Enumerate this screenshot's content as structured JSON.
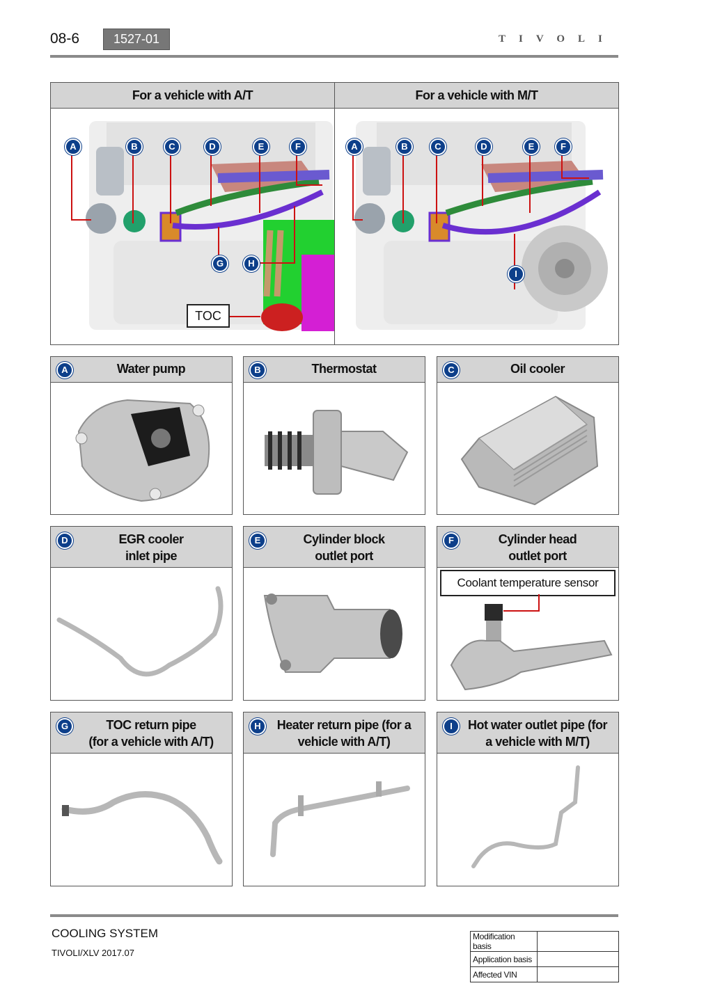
{
  "header": {
    "page_number": "08-6",
    "section_code": "1527-01",
    "brand": "TIVOLI"
  },
  "overview": {
    "left_title": "For a vehicle with A/T",
    "right_title": "For a vehicle with M/T",
    "at_markers": [
      "A",
      "B",
      "C",
      "D",
      "E",
      "F",
      "G",
      "H"
    ],
    "mt_markers": [
      "A",
      "B",
      "C",
      "D",
      "E",
      "F",
      "I"
    ],
    "toc_label": "TOC"
  },
  "components": [
    {
      "letter": "A",
      "title_lines": [
        "Water pump"
      ]
    },
    {
      "letter": "B",
      "title_lines": [
        "Thermostat"
      ]
    },
    {
      "letter": "C",
      "title_lines": [
        "Oil cooler"
      ]
    },
    {
      "letter": "D",
      "title_lines": [
        "EGR cooler",
        "inlet pipe"
      ]
    },
    {
      "letter": "E",
      "title_lines": [
        "Cylinder block",
        "outlet port"
      ]
    },
    {
      "letter": "F",
      "title_lines": [
        "Cylinder head",
        "outlet port"
      ],
      "callout": "Coolant temperature sensor"
    },
    {
      "letter": "G",
      "title_lines": [
        "TOC return pipe",
        "(for a vehicle with A/T)"
      ]
    },
    {
      "letter": "H",
      "title_lines": [
        "Heater return pipe (for a",
        "vehicle with A/T)"
      ]
    },
    {
      "letter": "I",
      "title_lines": [
        "Hot water outlet pipe (for",
        "a vehicle with M/T)"
      ]
    }
  ],
  "footer": {
    "title": "COOLING SYSTEM",
    "model": "TIVOLI/XLV 2017.07",
    "info_rows": [
      {
        "label": "Modification basis",
        "value": ""
      },
      {
        "label": "Application basis",
        "value": ""
      },
      {
        "label": "Affected VIN",
        "value": ""
      }
    ]
  },
  "colors": {
    "badge": "#0d3f8a",
    "header_fill": "#d4d4d4",
    "leader": "#cc1111",
    "pipe_purple": "#6a2fd0",
    "pipe_green": "#2e8b3a"
  }
}
